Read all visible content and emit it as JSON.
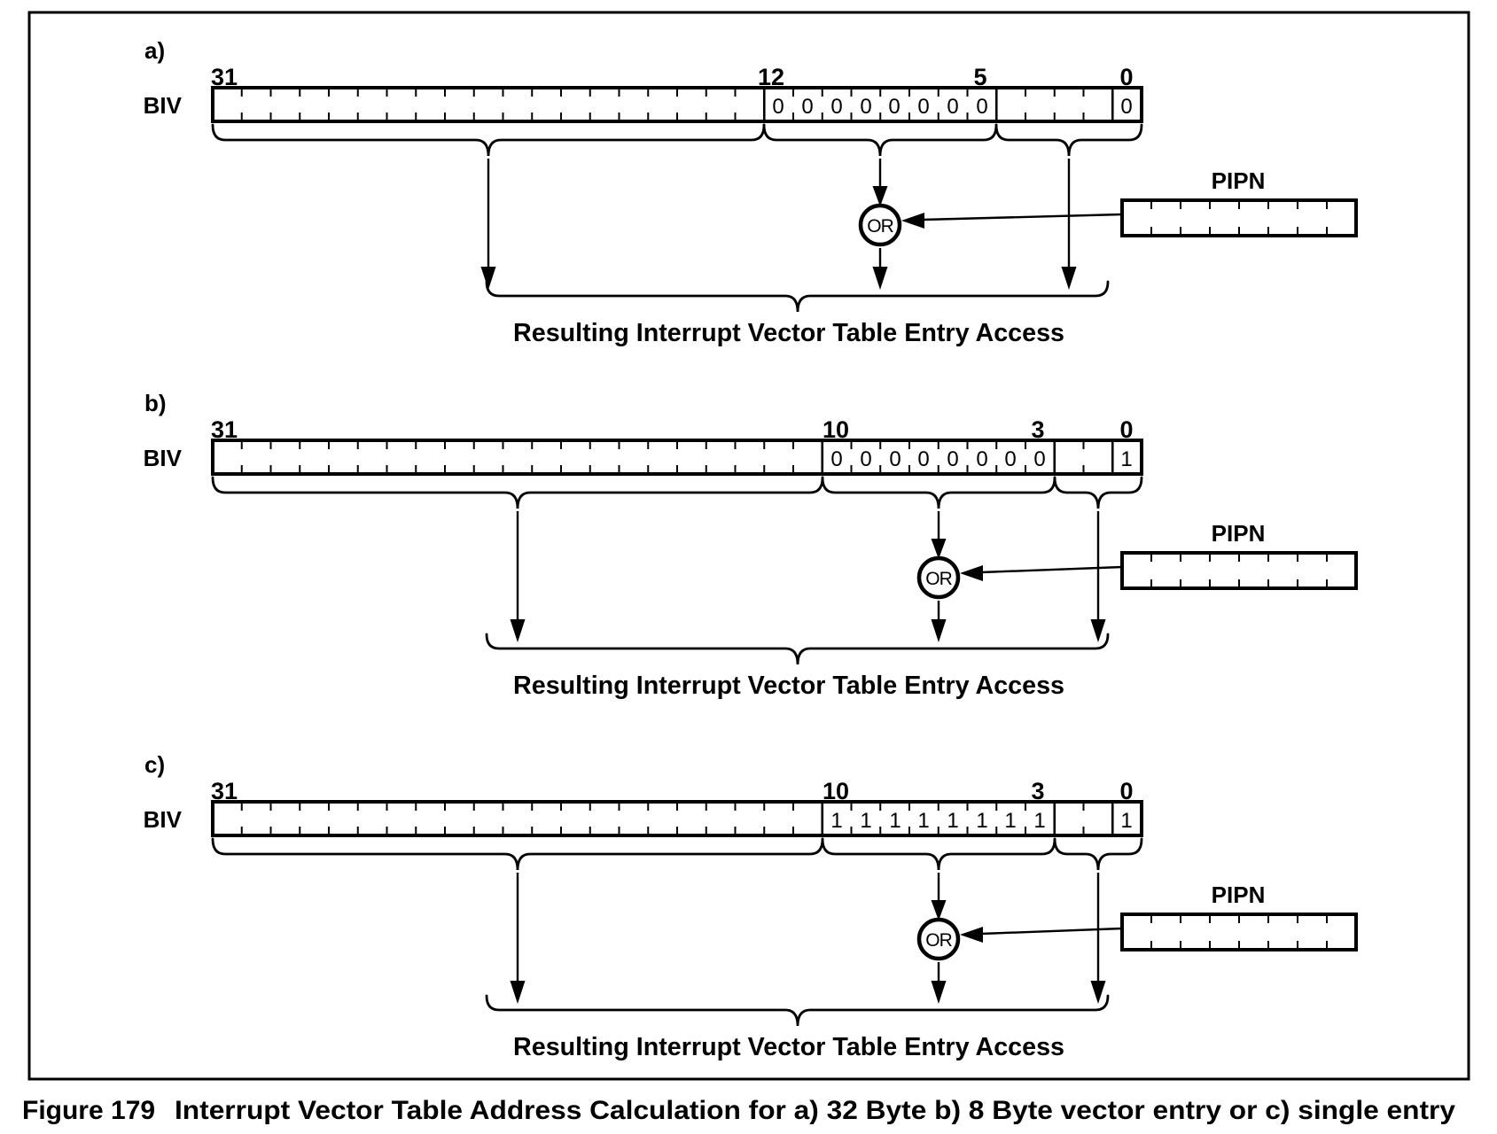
{
  "figure": {
    "caption_label": "Figure 179",
    "caption_text": "Interrupt Vector Table Address Calculation for a) 32 Byte b) 8 Byte vector entry or c) single entry"
  },
  "shared": {
    "register_name": "BIV",
    "pipn_label": "PIPN",
    "or_label": "OR",
    "result_label": "Resulting Interrupt Vector Table Entry Access"
  },
  "diagrams": [
    {
      "label": "a)",
      "bit_labels": [
        "31",
        "12",
        "5",
        "0"
      ],
      "field_bits": "00000000",
      "bit0": "0"
    },
    {
      "label": "b)",
      "bit_labels": [
        "31",
        "10",
        "3",
        "0"
      ],
      "field_bits": "00000000",
      "bit0": "1"
    },
    {
      "label": "c)",
      "bit_labels": [
        "31",
        "10",
        "3",
        "0"
      ],
      "field_bits": "11111111",
      "bit0": "1"
    }
  ],
  "colors": {
    "ink": "#000000",
    "background": "#ffffff"
  }
}
